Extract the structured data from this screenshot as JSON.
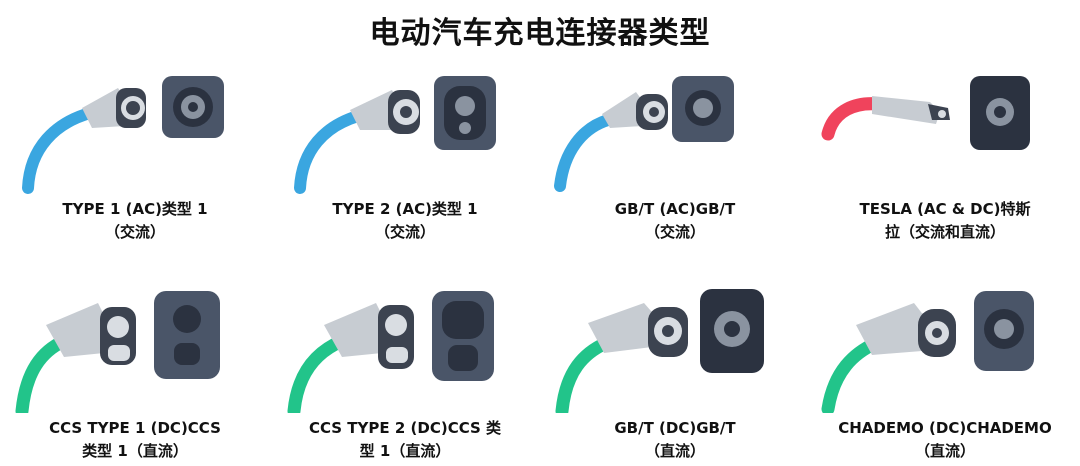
{
  "title": "电动汽车充电连接器类型",
  "colors": {
    "cable_ac": "#3aa6e0",
    "cable_tesla": "#f0435c",
    "cable_dc": "#22c48a",
    "plug_body": "#c7ccd2",
    "plug_dark": "#3c4350",
    "socket_bg": "#4a5568",
    "socket_face": "#1f2530"
  },
  "connectors": [
    {
      "line1": "TYPE 1 (AC)类型 1",
      "line2": "（交流）"
    },
    {
      "line1": "TYPE 2 (AC)类型 1",
      "line2": "（交流）"
    },
    {
      "line1": "GB/T (AC)GB/T",
      "line2": "（交流）"
    },
    {
      "line1": "TESLA (AC & DC)特斯",
      "line2": "拉（交流和直流）"
    },
    {
      "line1": "CCS TYPE 1 (DC)CCS",
      "line2": "类型 1（直流）"
    },
    {
      "line1": "CCS TYPE 2 (DC)CCS 类",
      "line2": "型 1（直流）"
    },
    {
      "line1": "GB/T (DC)GB/T",
      "line2": "（直流）"
    },
    {
      "line1": "CHADEMO (DC)CHADEMO",
      "line2": "（直流）"
    }
  ]
}
